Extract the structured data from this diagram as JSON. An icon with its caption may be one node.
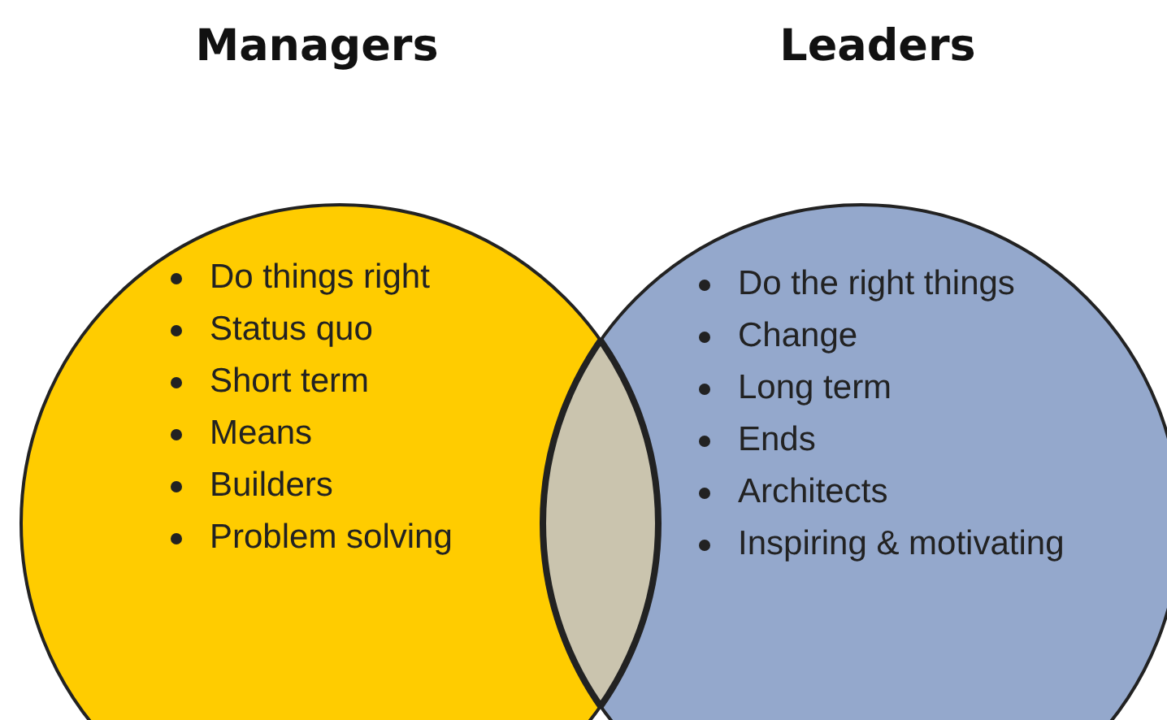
{
  "diagram": {
    "nodes": [
      {
        "text": [
          "Managers",
          "Do things right",
          "Status quo",
          "Short term",
          "Means",
          "Builders",
          "Problem solving"
        ]
      },
      {
        "text": [
          "Leaders",
          "Do the right things",
          "Change",
          "Long term",
          "Ends",
          "Architects",
          "Inspiring & motivating"
        ]
      }
    ]
  }
}
